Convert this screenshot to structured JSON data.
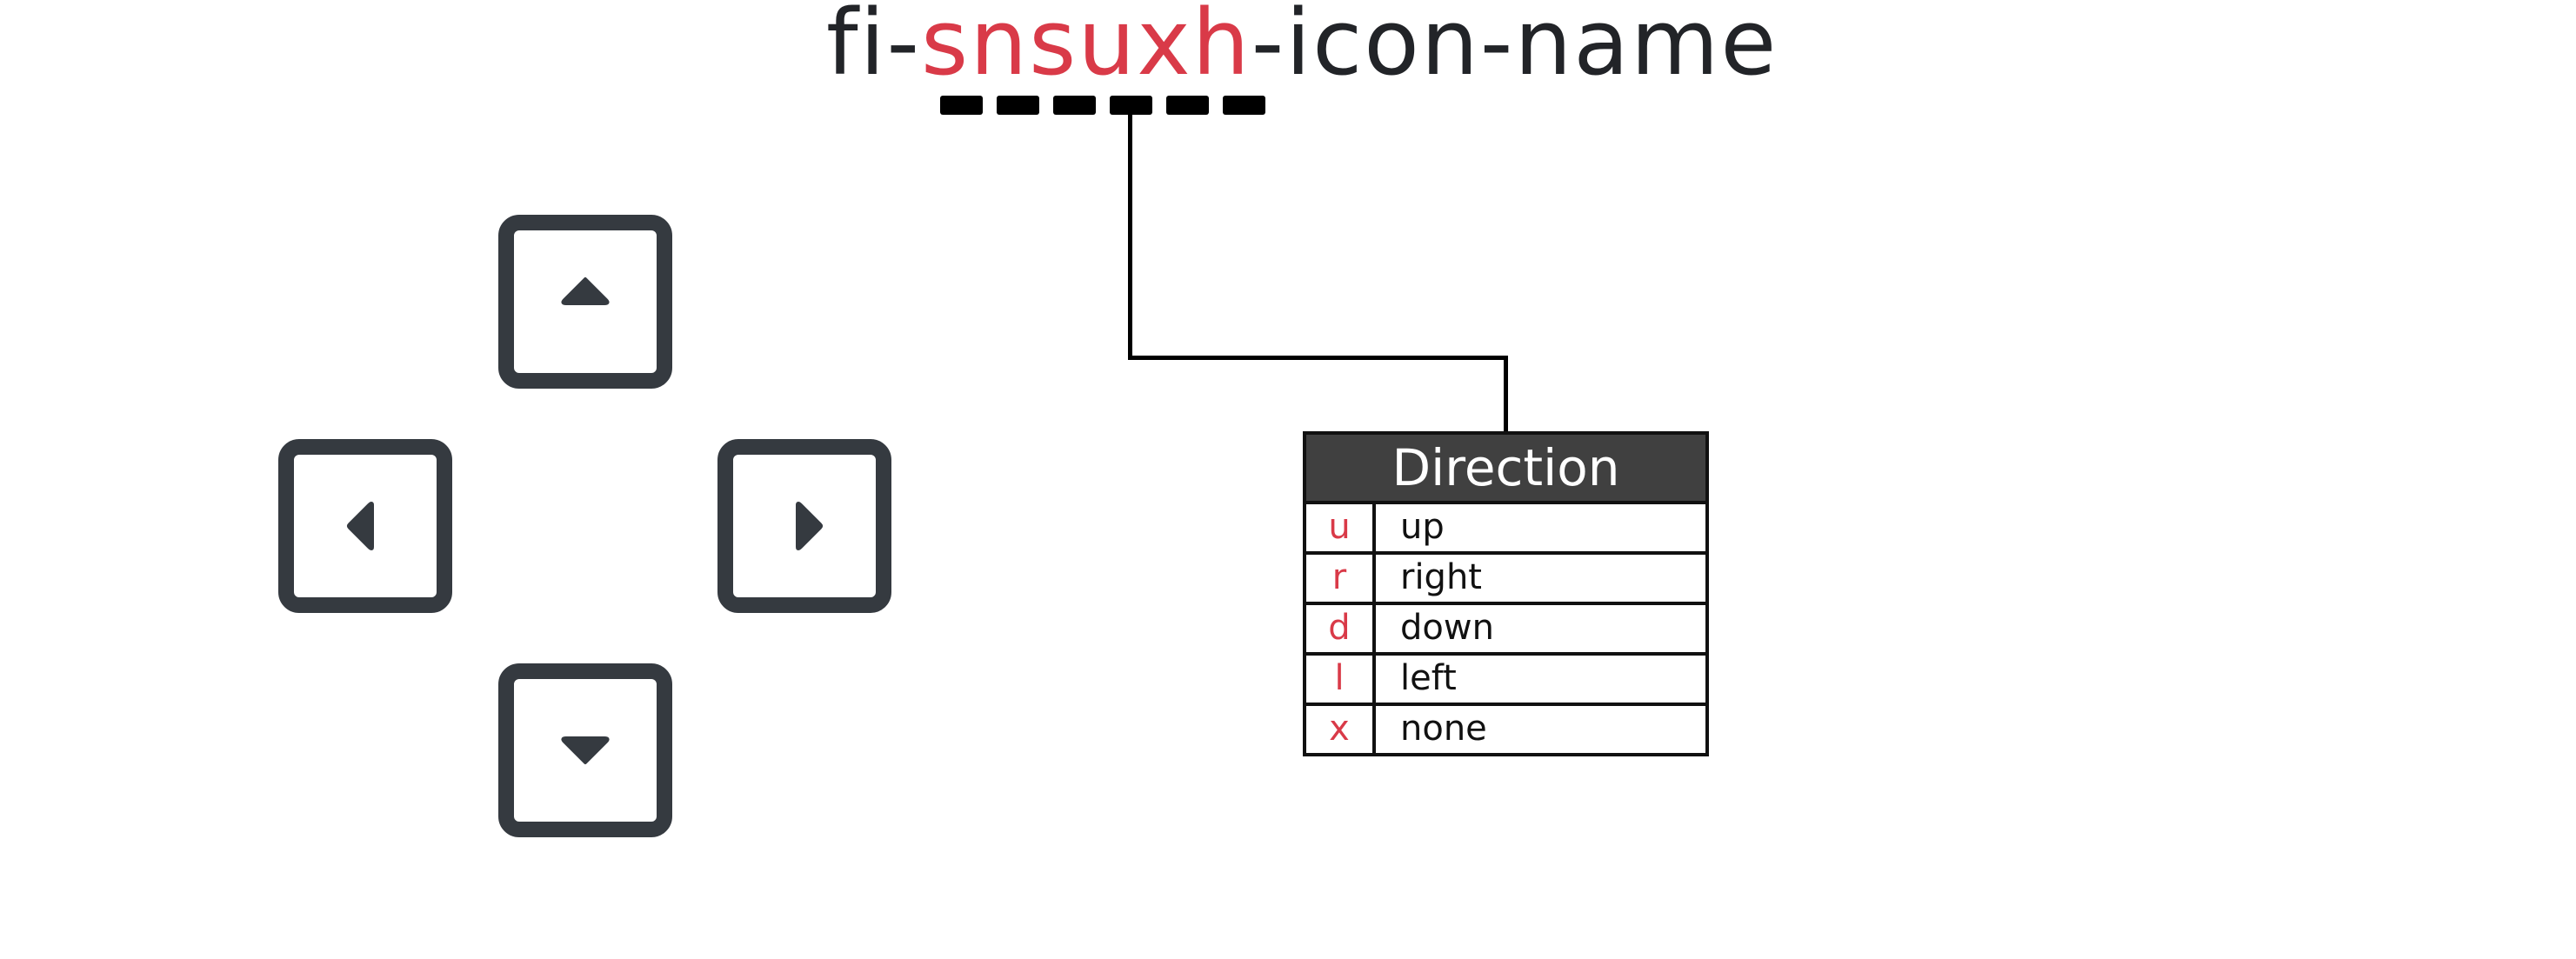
{
  "title": {
    "prefix": "fi-",
    "code": "snsuxh",
    "suffix": "-icon-name"
  },
  "colors": {
    "text_dark": "#222428",
    "accent_red": "#d93a48",
    "icon_gray": "#353a40",
    "header_bg": "#404040"
  },
  "code_positions": 6,
  "icons": [
    {
      "name": "arrow-up-square-icon",
      "direction": "up"
    },
    {
      "name": "arrow-left-square-icon",
      "direction": "left"
    },
    {
      "name": "arrow-right-square-icon",
      "direction": "right"
    },
    {
      "name": "arrow-down-square-icon",
      "direction": "down"
    }
  ],
  "legend": {
    "header": "Direction",
    "rows": [
      {
        "code": "u",
        "label": "up"
      },
      {
        "code": "r",
        "label": "right"
      },
      {
        "code": "d",
        "label": "down"
      },
      {
        "code": "l",
        "label": "left"
      },
      {
        "code": "x",
        "label": "none"
      }
    ]
  }
}
